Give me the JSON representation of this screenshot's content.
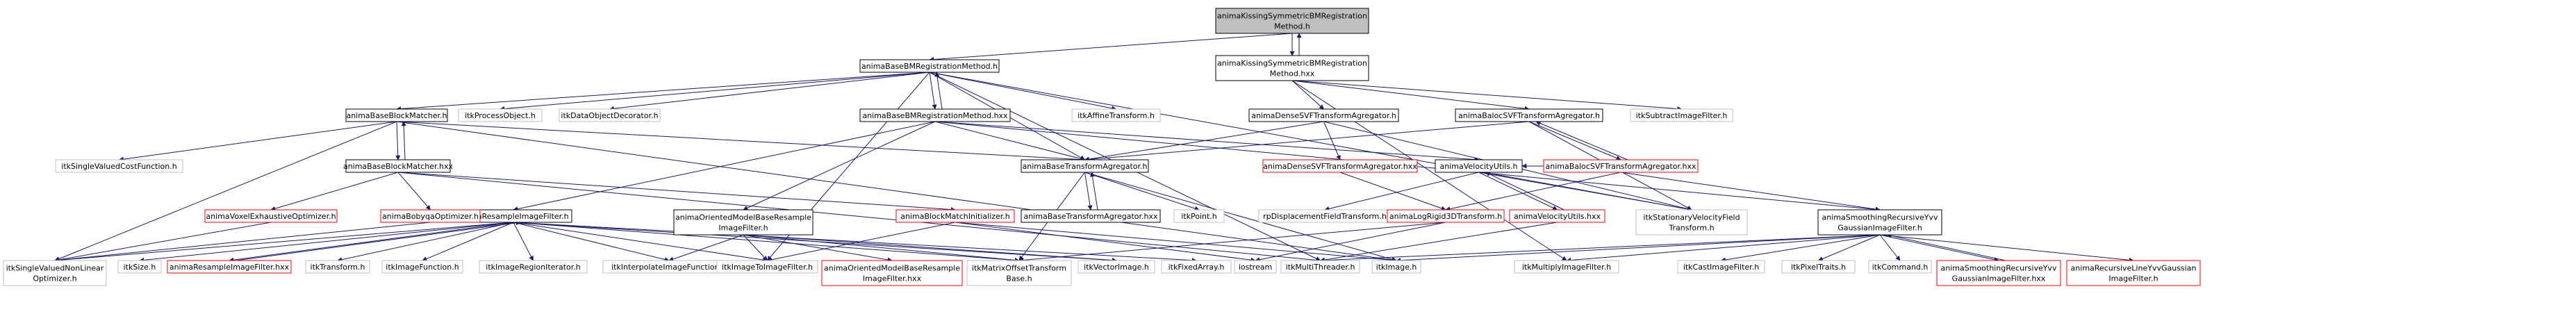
{
  "nodes": [
    {
      "id": "root",
      "lines": [
        "animaKissingSymmetricBMRegistration",
        "Method.h"
      ],
      "style": "root"
    },
    {
      "id": "kissHxx",
      "lines": [
        "animaKissingSymmetricBMRegistration",
        "Method.hxx"
      ],
      "style": "doc"
    },
    {
      "id": "baseBMReg",
      "lines": [
        "animaBaseBMRegistrationMethod.h"
      ],
      "style": "doc"
    },
    {
      "id": "baseBMRegHxx",
      "lines": [
        "animaBaseBMRegistrationMethod.hxx"
      ],
      "style": "doc"
    },
    {
      "id": "baseBlockMatcher",
      "lines": [
        "animaBaseBlockMatcher.h"
      ],
      "style": "doc"
    },
    {
      "id": "baseBlockMatcherHxx",
      "lines": [
        "animaBaseBlockMatcher.hxx"
      ],
      "style": "doc"
    },
    {
      "id": "itkProcessObject",
      "lines": [
        "itkProcessObject.h"
      ],
      "style": "ext"
    },
    {
      "id": "itkDataObjectDecorator",
      "lines": [
        "itkDataObjectDecorator.h"
      ],
      "style": "ext"
    },
    {
      "id": "itkAffineTransform",
      "lines": [
        "itkAffineTransform.h"
      ],
      "style": "ext"
    },
    {
      "id": "denseSVF",
      "lines": [
        "animaDenseSVFTransformAgregator.h"
      ],
      "style": "doc"
    },
    {
      "id": "balocSVF",
      "lines": [
        "animaBalocSVFTransformAgregator.h"
      ],
      "style": "doc"
    },
    {
      "id": "itkSubtract",
      "lines": [
        "itkSubtractImageFilter.h"
      ],
      "style": "ext"
    },
    {
      "id": "itkSingleValuedCost",
      "lines": [
        "itkSingleValuedCostFunction.h"
      ],
      "style": "ext"
    },
    {
      "id": "baseTransformAgg",
      "lines": [
        "animaBaseTransformAgregator.h"
      ],
      "style": "doc"
    },
    {
      "id": "denseSVFHxx",
      "lines": [
        "animaDenseSVFTransformAgregator.hxx"
      ],
      "style": "red"
    },
    {
      "id": "velocityUtils",
      "lines": [
        "animaVelocityUtils.h"
      ],
      "style": "doc"
    },
    {
      "id": "balocSVFHxx",
      "lines": [
        "animaBalocSVFTransformAgregator.hxx"
      ],
      "style": "red"
    },
    {
      "id": "resampleFilter",
      "lines": [
        "animaResampleImageFilter.h"
      ],
      "style": "doc"
    },
    {
      "id": "voxelExhaustive",
      "lines": [
        "animaVoxelExhaustiveOptimizer.h"
      ],
      "style": "red"
    },
    {
      "id": "bobyqa",
      "lines": [
        "animaBobyqaOptimizer.h"
      ],
      "style": "red"
    },
    {
      "id": "orientedResample",
      "lines": [
        "animaOrientedModelBaseResample",
        "ImageFilter.h"
      ],
      "style": "doc"
    },
    {
      "id": "blockMatchInit",
      "lines": [
        "animaBlockMatchInitializer.h"
      ],
      "style": "red"
    },
    {
      "id": "baseTransformAggHxx",
      "lines": [
        "animaBaseTransformAgregator.hxx"
      ],
      "style": "doc"
    },
    {
      "id": "itkPoint",
      "lines": [
        "itkPoint.h"
      ],
      "style": "ext"
    },
    {
      "id": "rpDisplacement",
      "lines": [
        "rpDisplacementFieldTransform.h"
      ],
      "style": "ext"
    },
    {
      "id": "logRigid",
      "lines": [
        "animaLogRigid3DTransform.h"
      ],
      "style": "red"
    },
    {
      "id": "velocityUtilsHxx",
      "lines": [
        "animaVelocityUtils.hxx"
      ],
      "style": "red"
    },
    {
      "id": "itkStationary",
      "lines": [
        "itkStationaryVelocityField",
        "Transform.h"
      ],
      "style": "ext"
    },
    {
      "id": "smoothing",
      "lines": [
        "animaSmoothingRecursiveYvv",
        "GaussianImageFilter.h"
      ],
      "style": "doc"
    },
    {
      "id": "itkSingleValuedNonLinear",
      "lines": [
        "itkSingleValuedNonLinear",
        "Optimizer.h"
      ],
      "style": "ext"
    },
    {
      "id": "itkSize",
      "lines": [
        "itkSize.h"
      ],
      "style": "ext"
    },
    {
      "id": "resampleFilterHxx",
      "lines": [
        "animaResampleImageFilter.hxx"
      ],
      "style": "red"
    },
    {
      "id": "itkTransform",
      "lines": [
        "itkTransform.h"
      ],
      "style": "ext"
    },
    {
      "id": "itkImageFunction",
      "lines": [
        "itkImageFunction.h"
      ],
      "style": "ext"
    },
    {
      "id": "itkImageRegionIterator",
      "lines": [
        "itkImageRegionIterator.h"
      ],
      "style": "ext"
    },
    {
      "id": "itkInterpolate",
      "lines": [
        "itkInterpolateImageFunction.h"
      ],
      "style": "ext"
    },
    {
      "id": "itkImageToImage",
      "lines": [
        "itkImageToImageFilter.h"
      ],
      "style": "ext"
    },
    {
      "id": "orientedResampleHxx",
      "lines": [
        "animaOrientedModelBaseResample",
        "ImageFilter.hxx"
      ],
      "style": "red"
    },
    {
      "id": "itkMatrixOffset",
      "lines": [
        "itkMatrixOffsetTransform",
        "Base.h"
      ],
      "style": "ext"
    },
    {
      "id": "itkVectorImage",
      "lines": [
        "itkVectorImage.h"
      ],
      "style": "ext"
    },
    {
      "id": "itkFixedArray",
      "lines": [
        "itkFixedArray.h"
      ],
      "style": "ext"
    },
    {
      "id": "iostream",
      "lines": [
        "iostream"
      ],
      "style": "ext"
    },
    {
      "id": "itkMultiThreader",
      "lines": [
        "itkMultiThreader.h"
      ],
      "style": "ext"
    },
    {
      "id": "itkImage",
      "lines": [
        "itkImage.h"
      ],
      "style": "ext"
    },
    {
      "id": "itkMultiply",
      "lines": [
        "itkMultiplyImageFilter.h"
      ],
      "style": "ext"
    },
    {
      "id": "itkCast",
      "lines": [
        "itkCastImageFilter.h"
      ],
      "style": "ext"
    },
    {
      "id": "itkPixelTraits",
      "lines": [
        "itkPixelTraits.h"
      ],
      "style": "ext"
    },
    {
      "id": "itkCommand",
      "lines": [
        "itkCommand.h"
      ],
      "style": "ext"
    },
    {
      "id": "smoothingHxx",
      "lines": [
        "animaSmoothingRecursiveYvv",
        "GaussianImageFilter.hxx"
      ],
      "style": "red"
    },
    {
      "id": "recursiveLine",
      "lines": [
        "animaRecursiveLineYvvGaussian",
        "ImageFilter.h"
      ],
      "style": "red"
    }
  ],
  "edges": [
    [
      "root",
      "kissHxx"
    ],
    [
      "kissHxx",
      "root"
    ],
    [
      "root",
      "baseBMReg"
    ],
    [
      "kissHxx",
      "denseSVF"
    ],
    [
      "kissHxx",
      "balocSVF"
    ],
    [
      "kissHxx",
      "itkSubtract"
    ],
    [
      "kissHxx",
      "itkMultiply"
    ],
    [
      "baseBMReg",
      "baseBMRegHxx"
    ],
    [
      "baseBMRegHxx",
      "baseBMReg"
    ],
    [
      "baseBMReg",
      "baseBlockMatcher"
    ],
    [
      "baseBMReg",
      "itkProcessObject"
    ],
    [
      "baseBMReg",
      "itkDataObjectDecorator"
    ],
    [
      "baseBMReg",
      "itkAffineTransform"
    ],
    [
      "baseBMReg",
      "baseTransformAgg"
    ],
    [
      "baseBMReg",
      "itkStationary"
    ],
    [
      "baseBMReg",
      "itkImageToImage"
    ],
    [
      "baseBMReg",
      "itkMultiThreader"
    ],
    [
      "baseBMRegHxx",
      "resampleFilter"
    ],
    [
      "baseBMRegHxx",
      "orientedResample"
    ],
    [
      "baseBMRegHxx",
      "velocityUtils"
    ],
    [
      "baseBMRegHxx",
      "smoothing"
    ],
    [
      "baseBMRegHxx",
      "baseTransformAgg"
    ],
    [
      "baseBlockMatcher",
      "baseBlockMatcherHxx"
    ],
    [
      "baseBlockMatcherHxx",
      "baseBlockMatcher"
    ],
    [
      "baseBlockMatcher",
      "itkSingleValuedCost"
    ],
    [
      "baseBlockMatcher",
      "itkSingleValuedNonLinear"
    ],
    [
      "baseBlockMatcher",
      "baseTransformAgg"
    ],
    [
      "baseBlockMatcher",
      "itkImage"
    ],
    [
      "baseBlockMatcherHxx",
      "voxelExhaustive"
    ],
    [
      "baseBlockMatcherHxx",
      "bobyqa"
    ],
    [
      "baseBlockMatcherHxx",
      "blockMatchInit"
    ],
    [
      "baseBlockMatcherHxx",
      "itkMultiThreader"
    ],
    [
      "voxelExhaustive",
      "itkSingleValuedNonLinear"
    ],
    [
      "bobyqa",
      "itkSingleValuedNonLinear"
    ],
    [
      "denseSVF",
      "baseTransformAgg"
    ],
    [
      "denseSVF",
      "denseSVFHxx"
    ],
    [
      "denseSVF",
      "itkStationary"
    ],
    [
      "denseSVFHxx",
      "logRigid"
    ],
    [
      "balocSVF",
      "balocSVFHxx"
    ],
    [
      "balocSVFHxx",
      "balocSVF"
    ],
    [
      "balocSVF",
      "baseTransformAgg"
    ],
    [
      "balocSVF",
      "itkStationary"
    ],
    [
      "balocSVFHxx",
      "logRigid"
    ],
    [
      "balocSVFHxx",
      "velocityUtils"
    ],
    [
      "balocSVFHxx",
      "smoothing"
    ],
    [
      "baseTransformAgg",
      "baseTransformAggHxx"
    ],
    [
      "baseTransformAggHxx",
      "baseTransformAgg"
    ],
    [
      "baseTransformAgg",
      "itkPoint"
    ],
    [
      "baseTransformAgg",
      "itkMatrixOffset"
    ],
    [
      "baseTransformAgg",
      "itkImage"
    ],
    [
      "velocityUtils",
      "velocityUtilsHxx"
    ],
    [
      "velocityUtilsHxx",
      "velocityUtils"
    ],
    [
      "velocityUtils",
      "rpDisplacement"
    ],
    [
      "velocityUtils",
      "itkStationary"
    ],
    [
      "velocityUtilsHxx",
      "itkMultiThreader"
    ],
    [
      "resampleFilter",
      "resampleFilterHxx"
    ],
    [
      "resampleFilterHxx",
      "resampleFilter"
    ],
    [
      "resampleFilter",
      "itkSingleValuedNonLinear"
    ],
    [
      "resampleFilter",
      "itkSize"
    ],
    [
      "resampleFilter",
      "itkTransform"
    ],
    [
      "resampleFilter",
      "itkImageFunction"
    ],
    [
      "resampleFilter",
      "itkImageRegionIterator"
    ],
    [
      "resampleFilter",
      "itkInterpolate"
    ],
    [
      "resampleFilter",
      "itkImageToImage"
    ],
    [
      "resampleFilter",
      "itkMatrixOffset"
    ],
    [
      "resampleFilter",
      "itkVectorImage"
    ],
    [
      "resampleFilter",
      "itkFixedArray"
    ],
    [
      "orientedResample",
      "orientedResampleHxx"
    ],
    [
      "orientedResample",
      "itkInterpolate"
    ],
    [
      "orientedResample",
      "itkImageToImage"
    ],
    [
      "orientedResample",
      "itkMatrixOffset"
    ],
    [
      "orientedResample",
      "itkVectorImage"
    ],
    [
      "blockMatchInit",
      "itkImageToImage"
    ],
    [
      "blockMatchInit",
      "itkImage"
    ],
    [
      "blockMatchInit",
      "iostream"
    ],
    [
      "logRigid",
      "itkMatrixOffset"
    ],
    [
      "logRigid",
      "iostream"
    ],
    [
      "smoothing",
      "smoothingHxx"
    ],
    [
      "smoothingHxx",
      "smoothing"
    ],
    [
      "smoothing",
      "recursiveLine"
    ],
    [
      "smoothing",
      "itkCast"
    ],
    [
      "smoothing",
      "itkPixelTraits"
    ],
    [
      "smoothing",
      "itkCommand"
    ],
    [
      "smoothing",
      "itkImage"
    ],
    [
      "smoothing",
      "itkMultiThreader"
    ],
    [
      "smoothing",
      "itkMultiply"
    ]
  ],
  "colors": {
    "edge": "#191970",
    "nodeBorder": "#000000",
    "externalBorder": "#bfbfbf",
    "redBorder": "#ff0000",
    "rootFill": "#bfbfbf",
    "text": "#000000"
  }
}
